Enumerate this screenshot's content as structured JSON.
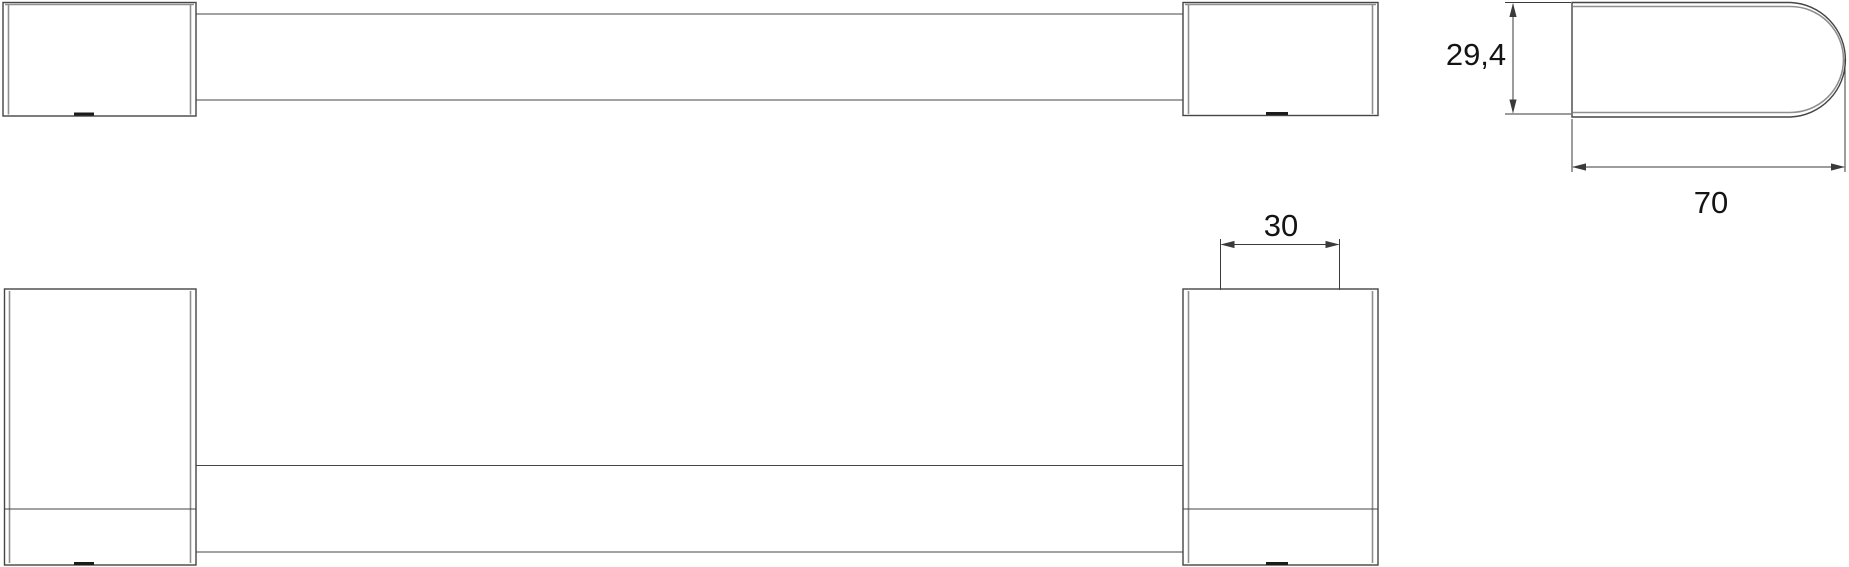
{
  "drawing": {
    "type": "cad-orthographic-views",
    "views": {
      "top_view": "bar-with-two-end-caps-top",
      "front_view": "bar-with-two-end-posts-front",
      "side_view": "end-cap-rounded-profile-side"
    },
    "dimensions": {
      "end_cap_height": "29,4",
      "end_cap_length": "70",
      "post_top_width": "30"
    },
    "colors": {
      "line": "#454545",
      "edge_highlight": "#8f8f8f",
      "dimension": "#3a3a3a",
      "text": "#141414",
      "background": "#ffffff"
    }
  }
}
